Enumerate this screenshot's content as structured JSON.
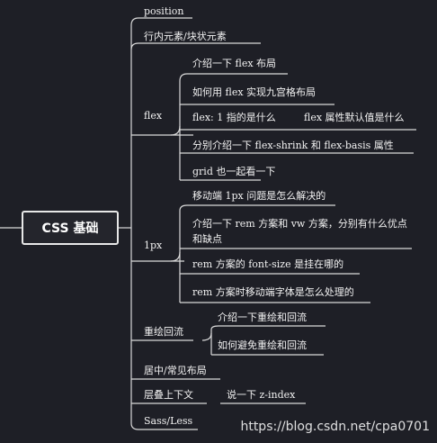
{
  "root": "CSS 基础",
  "branches": {
    "position": "position",
    "inline_block": "行内元素/块状元素",
    "flex": {
      "label": "flex",
      "children": [
        "介绍一下 flex 布局",
        "如何用 flex 实现九宫格布局",
        "flex: 1 指的是什么",
        "flex 属性默认值是什么",
        "分别介绍一下 flex-shrink 和 flex-basis 属性",
        "grid 也一起看一下"
      ]
    },
    "px": {
      "label": "1px",
      "children": [
        "移动端 1px 问题是怎么解决的",
        "介绍一下 rem 方案和 vw 方案，分别有什么优点和缺点",
        "rem 方案的 font-size 是挂在哪的",
        "rem 方案时移动端字体是怎么处理的"
      ]
    },
    "repaint": {
      "label": "重绘回流",
      "children": [
        "介绍一下重绘和回流",
        "如何避免重绘和回流"
      ]
    },
    "center": "居中/常见布局",
    "stacking": {
      "label": "层叠上下文",
      "child": "说一下 z-index"
    },
    "sass": "Sass/Less"
  },
  "watermark": "https://blog.csdn.net/cpa0701"
}
